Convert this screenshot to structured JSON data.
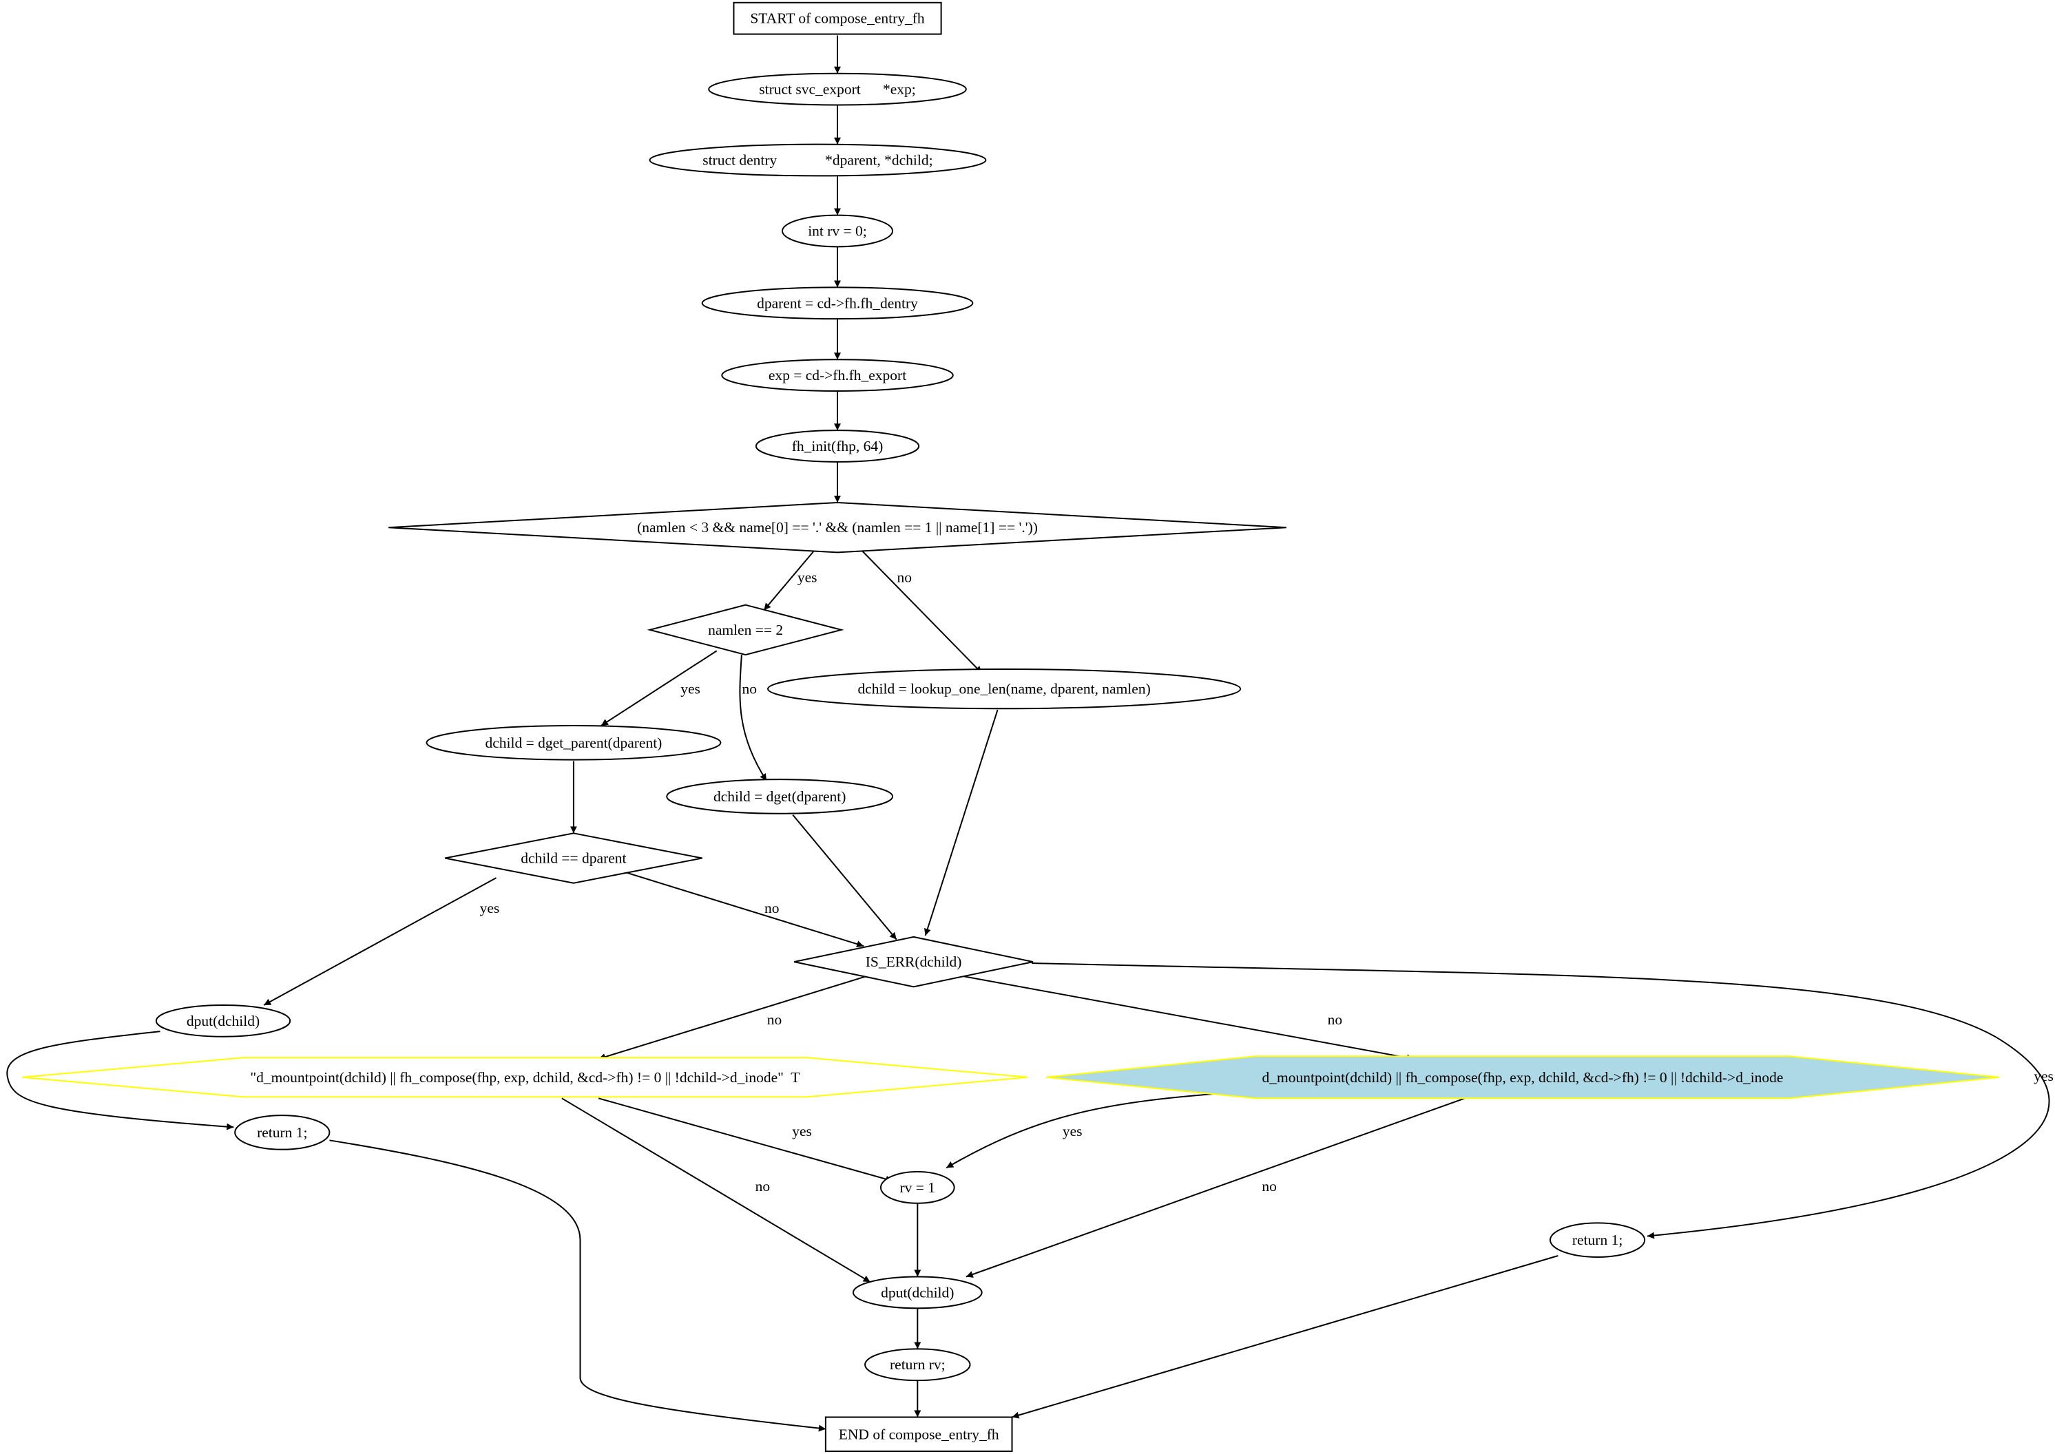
{
  "diagram": {
    "nodes": [
      {
        "id": "start",
        "shape": "box",
        "label": "START of compose_entry_fh"
      },
      {
        "id": "n_exp_decl",
        "shape": "ellipse",
        "label": "struct svc_export      *exp;"
      },
      {
        "id": "n_dentry_decl",
        "shape": "ellipse",
        "label": "struct dentry             *dparent, *dchild;"
      },
      {
        "id": "n_rv_decl",
        "shape": "ellipse",
        "label": "int rv = 0;"
      },
      {
        "id": "n_dparent",
        "shape": "ellipse",
        "label": "dparent = cd->fh.fh_dentry"
      },
      {
        "id": "n_exp",
        "shape": "ellipse",
        "label": "exp = cd->fh.fh_export"
      },
      {
        "id": "n_fh_init",
        "shape": "ellipse",
        "label": "fh_init(fhp, 64)"
      },
      {
        "id": "d_namlen_dot",
        "shape": "diamond",
        "label": "(namlen < 3 && name[0] == '.' && (namlen == 1 || name[1] == '.'))"
      },
      {
        "id": "d_namlen2",
        "shape": "diamond",
        "label": "namlen == 2"
      },
      {
        "id": "n_lookup",
        "shape": "ellipse",
        "label": "dchild = lookup_one_len(name, dparent, namlen)"
      },
      {
        "id": "n_dget_parent",
        "shape": "ellipse",
        "label": "dchild = dget_parent(dparent)"
      },
      {
        "id": "n_dget",
        "shape": "ellipse",
        "label": "dchild = dget(dparent)"
      },
      {
        "id": "d_dchild_eq",
        "shape": "diamond",
        "label": "dchild == dparent"
      },
      {
        "id": "d_is_err",
        "shape": "diamond",
        "label": "IS_ERR(dchild)"
      },
      {
        "id": "n_dput1",
        "shape": "ellipse",
        "label": "dput(dchild)"
      },
      {
        "id": "h_cond_t",
        "shape": "hexagon",
        "label": "\"d_mountpoint(dchild) || fh_compose(fhp, exp, dchild, &cd->fh) != 0 || !dchild->d_inode\"  T"
      },
      {
        "id": "h_cond",
        "shape": "hexagon",
        "label": "d_mountpoint(dchild) || fh_compose(fhp, exp, dchild, &cd->fh) != 0 || !dchild->d_inode"
      },
      {
        "id": "n_return1_a",
        "shape": "ellipse",
        "label": "return 1;"
      },
      {
        "id": "n_rv1",
        "shape": "ellipse",
        "label": "rv = 1"
      },
      {
        "id": "n_return1_b",
        "shape": "ellipse",
        "label": "return 1;"
      },
      {
        "id": "n_dput2",
        "shape": "ellipse",
        "label": "dput(dchild)"
      },
      {
        "id": "n_return_rv",
        "shape": "ellipse",
        "label": "return rv;"
      },
      {
        "id": "end",
        "shape": "box",
        "label": "END of compose_entry_fh"
      }
    ],
    "edges": [
      {
        "from": "start",
        "to": "n_exp_decl",
        "label": ""
      },
      {
        "from": "n_exp_decl",
        "to": "n_dentry_decl",
        "label": ""
      },
      {
        "from": "n_dentry_decl",
        "to": "n_rv_decl",
        "label": ""
      },
      {
        "from": "n_rv_decl",
        "to": "n_dparent",
        "label": ""
      },
      {
        "from": "n_dparent",
        "to": "n_exp",
        "label": ""
      },
      {
        "from": "n_exp",
        "to": "n_fh_init",
        "label": ""
      },
      {
        "from": "n_fh_init",
        "to": "d_namlen_dot",
        "label": ""
      },
      {
        "from": "d_namlen_dot",
        "to": "d_namlen2",
        "label": "yes"
      },
      {
        "from": "d_namlen_dot",
        "to": "n_lookup",
        "label": "no"
      },
      {
        "from": "d_namlen2",
        "to": "n_dget_parent",
        "label": "yes"
      },
      {
        "from": "d_namlen2",
        "to": "n_dget",
        "label": "no"
      },
      {
        "from": "n_dget_parent",
        "to": "d_dchild_eq",
        "label": ""
      },
      {
        "from": "n_lookup",
        "to": "d_is_err",
        "label": ""
      },
      {
        "from": "n_dget",
        "to": "d_is_err",
        "label": ""
      },
      {
        "from": "d_dchild_eq",
        "to": "n_dput1",
        "label": "yes"
      },
      {
        "from": "d_dchild_eq",
        "to": "d_is_err",
        "label": "no"
      },
      {
        "from": "d_is_err",
        "to": "h_cond_t",
        "label": "no"
      },
      {
        "from": "d_is_err",
        "to": "h_cond",
        "label": "no"
      },
      {
        "from": "d_is_err",
        "to": "n_return1_b",
        "label": "yes"
      },
      {
        "from": "n_dput1",
        "to": "n_return1_a",
        "label": ""
      },
      {
        "from": "h_cond_t",
        "to": "n_rv1",
        "label": "yes"
      },
      {
        "from": "h_cond_t",
        "to": "n_dput2",
        "label": "no"
      },
      {
        "from": "h_cond",
        "to": "n_rv1",
        "label": "yes"
      },
      {
        "from": "h_cond",
        "to": "n_dput2",
        "label": "no"
      },
      {
        "from": "n_rv1",
        "to": "n_dput2",
        "label": ""
      },
      {
        "from": "n_dput2",
        "to": "n_return_rv",
        "label": ""
      },
      {
        "from": "n_return_rv",
        "to": "end",
        "label": ""
      },
      {
        "from": "n_return1_a",
        "to": "end",
        "label": ""
      },
      {
        "from": "n_return1_b",
        "to": "end",
        "label": ""
      }
    ],
    "colors": {
      "stroke": "#000000",
      "hexagon_outline": "#ffff00",
      "highlight_fill": "#add8e6",
      "background": "#ffffff"
    }
  }
}
